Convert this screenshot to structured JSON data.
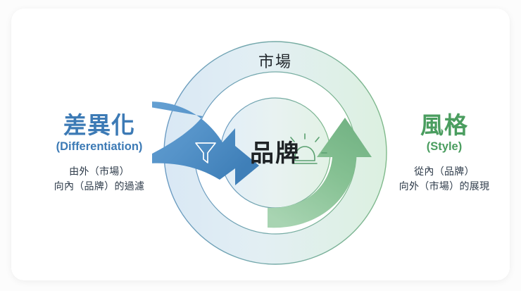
{
  "card": {
    "background": "#ffffff",
    "page_background": "#fcfcfc"
  },
  "diagram": {
    "type": "concentric-circle-flow",
    "outer_ring_label": "市場",
    "center_label": "品牌",
    "colors": {
      "blue_accent": "#3c7ab5",
      "green_accent": "#4a9d5f",
      "blue_arrow": "#4f93cb",
      "green_arrow": "#7cb98f",
      "ring_stroke_blue": "#6b9bc3",
      "ring_stroke_green": "#7fb98a",
      "ring_fill_blue": "#dce9f4",
      "ring_fill_green": "#dff0e2",
      "label_text": "#23282d"
    },
    "icons": {
      "inward": "funnel-icon",
      "outward": "beacon-light-icon"
    }
  },
  "left": {
    "heading_cjk": "差異化",
    "heading_en": "(Differentiation)",
    "description": "由外（市場）\n向內（品牌）的過濾",
    "color": "#3c7ab5"
  },
  "right": {
    "heading_cjk": "風格",
    "heading_en": "(Style)",
    "description": "從內（品牌）\n向外（市場）的展現",
    "color": "#4a9d5f"
  }
}
